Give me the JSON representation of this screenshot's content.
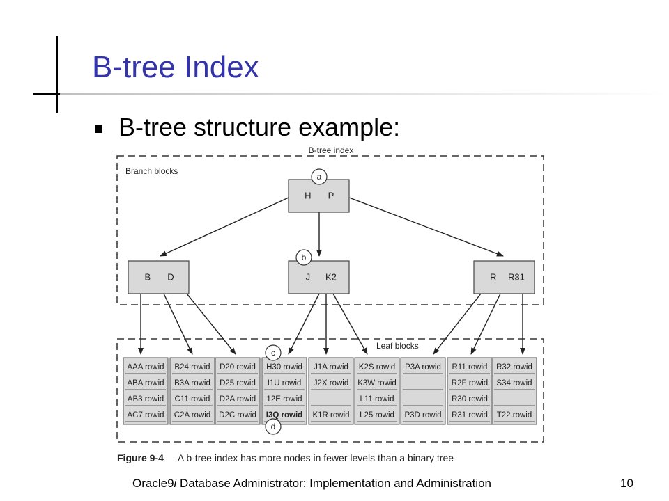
{
  "slide": {
    "title": "B-tree Index",
    "bullet": "B-tree structure example:",
    "page_number": "10"
  },
  "footer": {
    "prefix": "Oracle9",
    "italic": "i",
    "suffix": " Database Administrator: Implementation and Administration"
  },
  "figure": {
    "heading": "B-tree index",
    "branch_region_label": "Branch blocks",
    "leaf_region_label": "Leaf blocks",
    "caption_label": "Figure 9-4",
    "caption_text": "A b-tree index has more nodes in fewer levels than a binary tree",
    "markers": [
      "a",
      "b",
      "c",
      "d"
    ],
    "root_keys": [
      "H",
      "P"
    ],
    "branch_nodes": [
      {
        "keys": [
          "B",
          "D"
        ]
      },
      {
        "keys": [
          "J",
          "K2"
        ]
      },
      {
        "keys": [
          "R",
          "R31"
        ]
      }
    ],
    "leaf_columns": [
      [
        "AAA rowid",
        "ABA rowid",
        "AB3 rowid",
        "AC7 rowid"
      ],
      [
        "B24 rowid",
        "B3A rowid",
        "C11 rowid",
        "C2A rowid"
      ],
      [
        "D20 rowid",
        "D25 rowid",
        "D2A rowid",
        "D2C rowid"
      ],
      [
        "H30 rowid",
        "I1U rowid",
        "12E rowid",
        "I3Q rowid"
      ],
      [
        "J1A rowid",
        "J2X rowid",
        "",
        "K1R rowid"
      ],
      [
        "K2S rowid",
        "K3W rowid",
        "L11 rowid",
        "L25 rowid"
      ],
      [
        "P3A rowid",
        "",
        "",
        "P3D rowid"
      ],
      [
        "R11 rowid",
        "R2F rowid",
        "R30 rowid",
        "R31 rowid"
      ],
      [
        "R32 rowid",
        "S34 rowid",
        "",
        "T22 rowid"
      ]
    ],
    "bold_cell": "I3Q rowid"
  }
}
